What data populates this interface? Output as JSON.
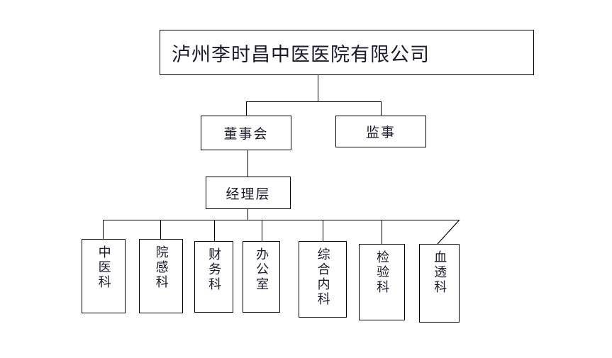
{
  "chart": {
    "type": "org-chart",
    "title": "泸州李时昌中医医院有限公司",
    "levels": [
      {
        "level": 1,
        "nodes": [
          {
            "id": "root",
            "label": "泸州李时昌中医医院有限公司",
            "orientation": "horizontal"
          }
        ]
      },
      {
        "level": 2,
        "nodes": [
          {
            "id": "board",
            "label": "董事会",
            "orientation": "horizontal"
          },
          {
            "id": "supervisor",
            "label": "监事",
            "orientation": "horizontal"
          }
        ]
      },
      {
        "level": 3,
        "nodes": [
          {
            "id": "management",
            "label": "经理层",
            "orientation": "horizontal"
          }
        ]
      },
      {
        "level": 4,
        "nodes": [
          {
            "id": "dept-tcm",
            "label": "中医科",
            "orientation": "vertical"
          },
          {
            "id": "dept-infection",
            "label": "院感科",
            "orientation": "vertical"
          },
          {
            "id": "dept-finance",
            "label": "财务科",
            "orientation": "vertical"
          },
          {
            "id": "dept-office",
            "label": "办公室",
            "orientation": "vertical"
          },
          {
            "id": "dept-internal",
            "label": "综合内科",
            "orientation": "vertical"
          },
          {
            "id": "dept-lab",
            "label": "检验科",
            "orientation": "vertical"
          },
          {
            "id": "dept-dialysis",
            "label": "血透科",
            "orientation": "vertical"
          }
        ]
      }
    ],
    "colors": {
      "background": "#ffffff",
      "border": "#000000",
      "text": "#1a1a2e",
      "connector": "#000000"
    }
  }
}
